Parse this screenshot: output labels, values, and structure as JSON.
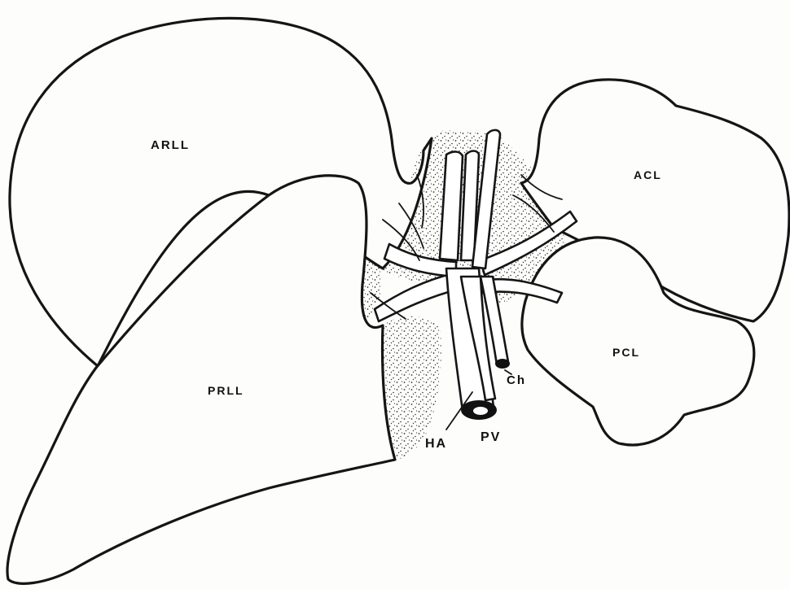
{
  "figure": {
    "labels": {
      "arll": "ARLL",
      "prll": "PRLL",
      "acl": "ACL",
      "pcl": "PCL",
      "ha": "HA",
      "pv": "PV",
      "ch": "Ch"
    }
  }
}
